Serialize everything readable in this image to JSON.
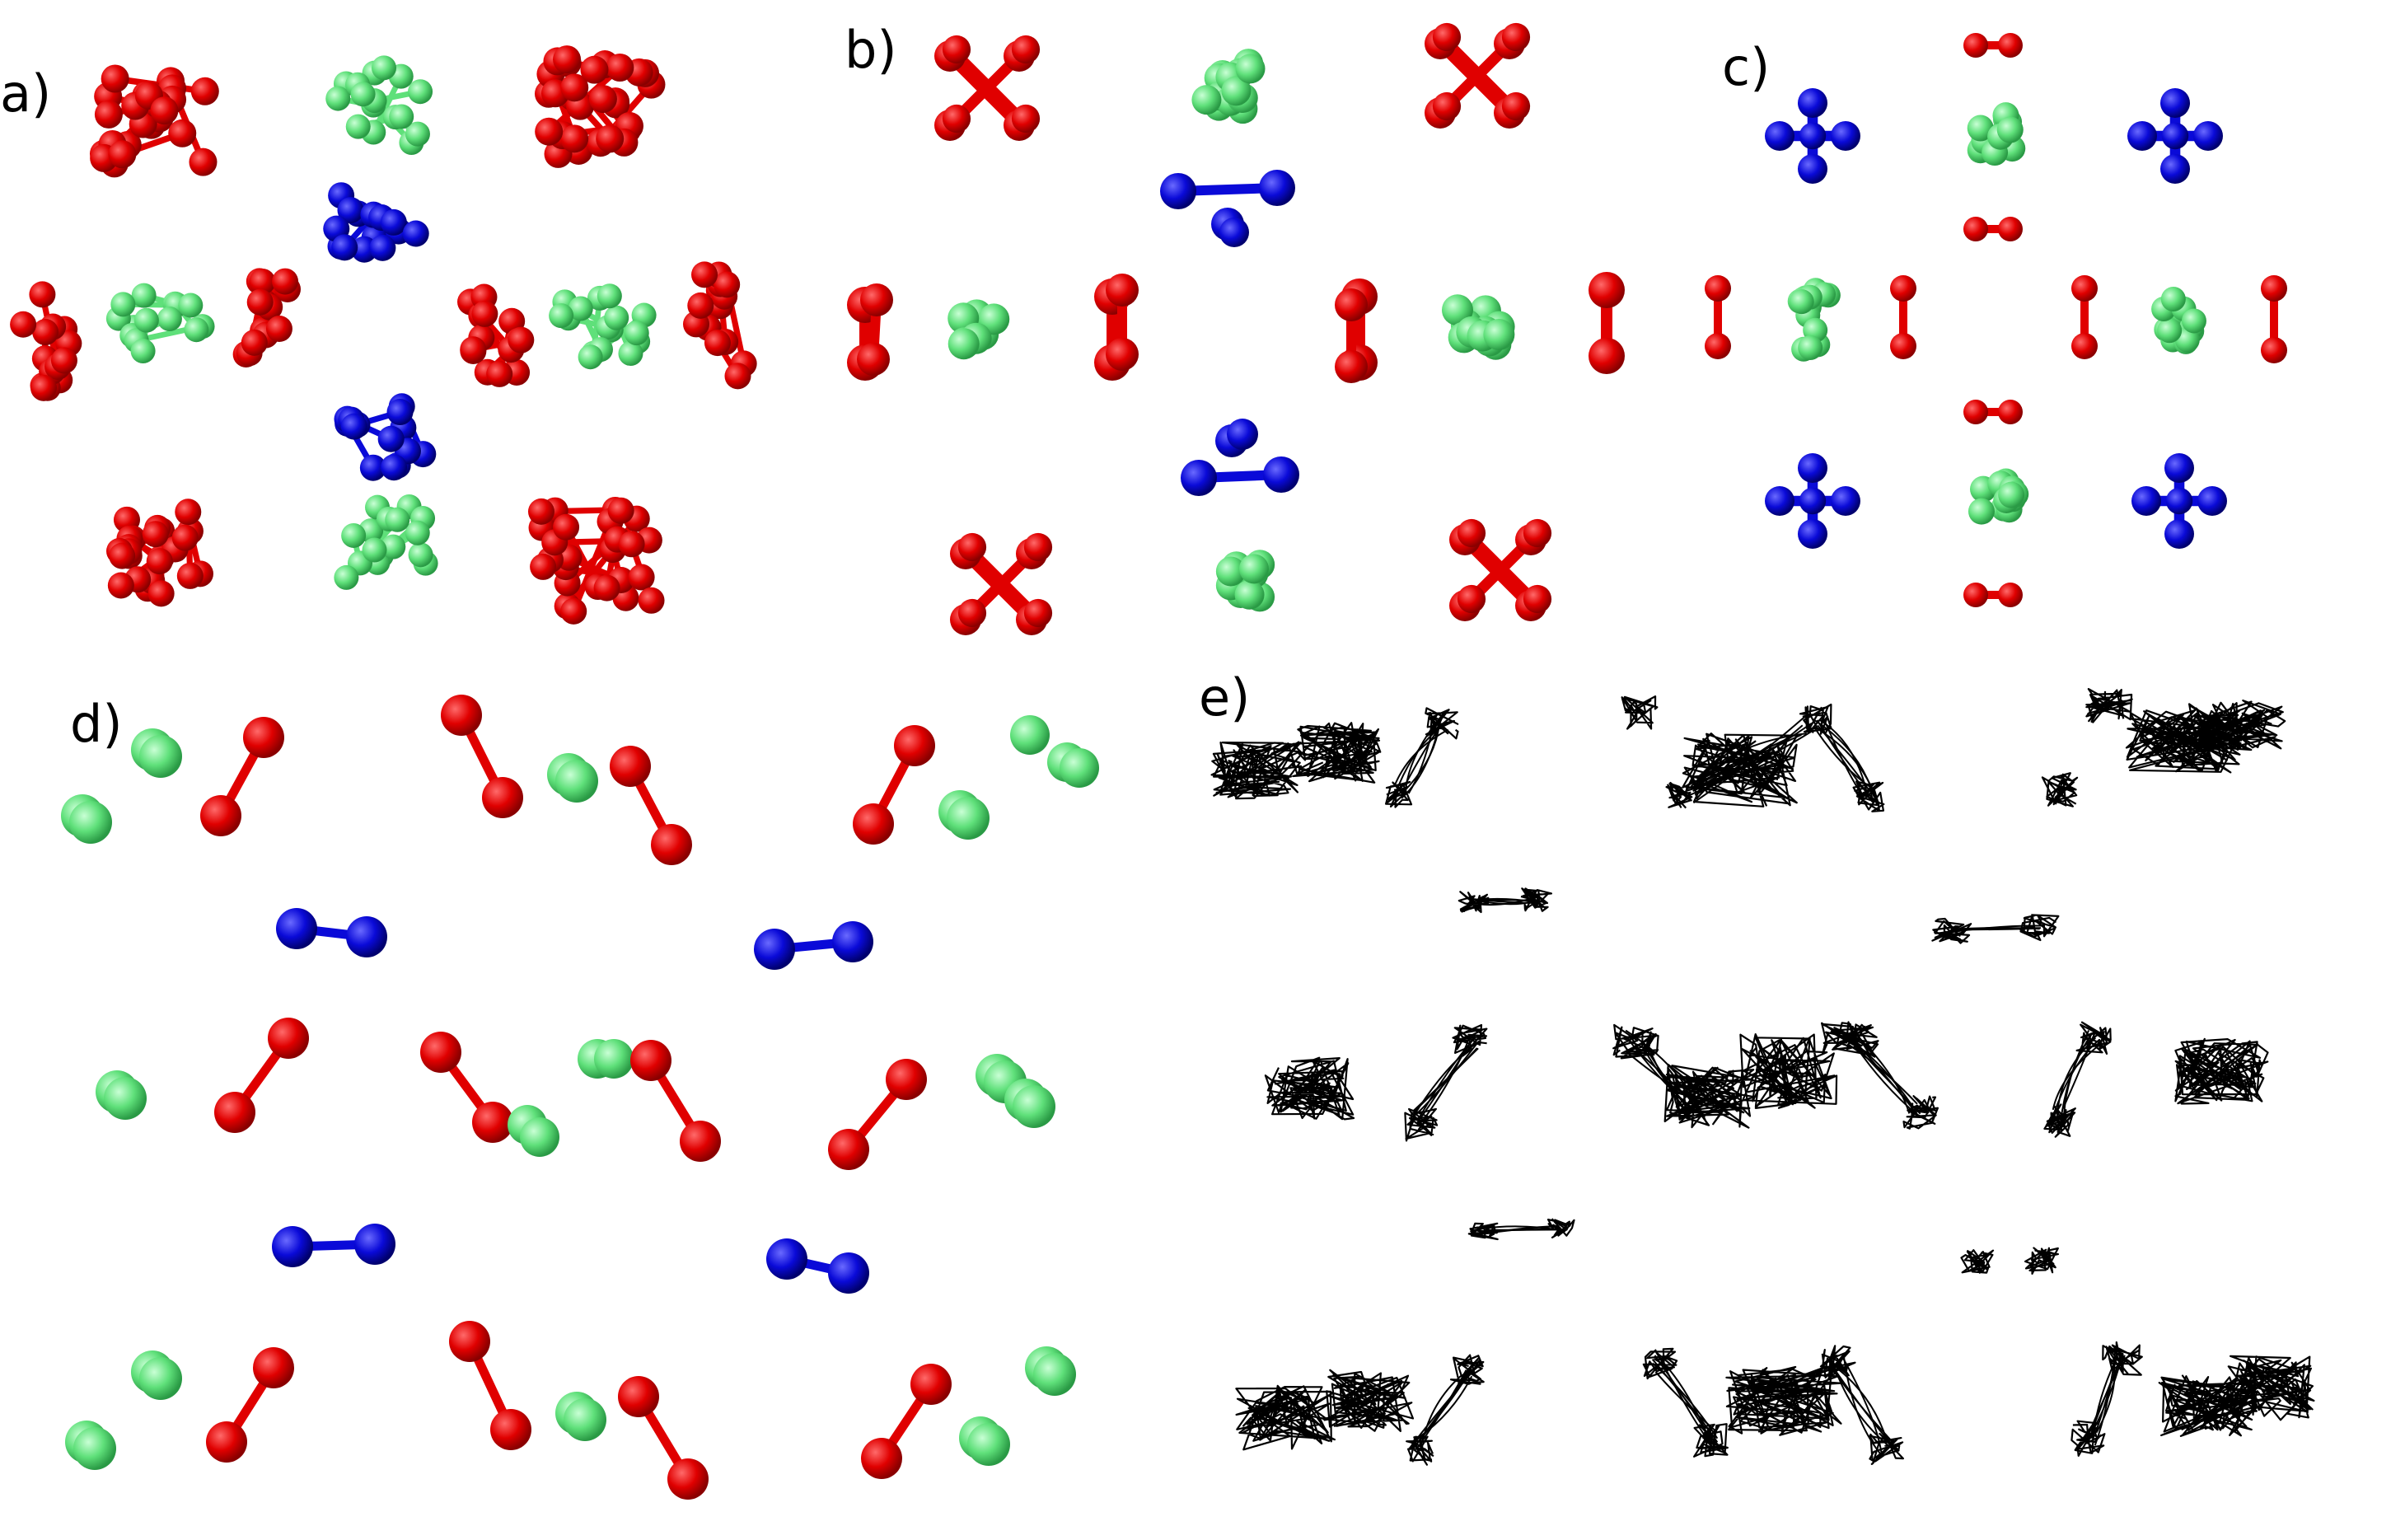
{
  "figure": {
    "panels": [
      {
        "id": "a",
        "label": "a)"
      },
      {
        "id": "b",
        "label": "b)"
      },
      {
        "id": "c",
        "label": "c)"
      },
      {
        "id": "d",
        "label": "d)"
      },
      {
        "id": "e",
        "label": "e)"
      }
    ]
  },
  "colors": {
    "red": "#e00000",
    "green": "#5fe07a",
    "blue": "#0a0ad8",
    "trajectory": "#000000",
    "background": "#ffffff"
  }
}
